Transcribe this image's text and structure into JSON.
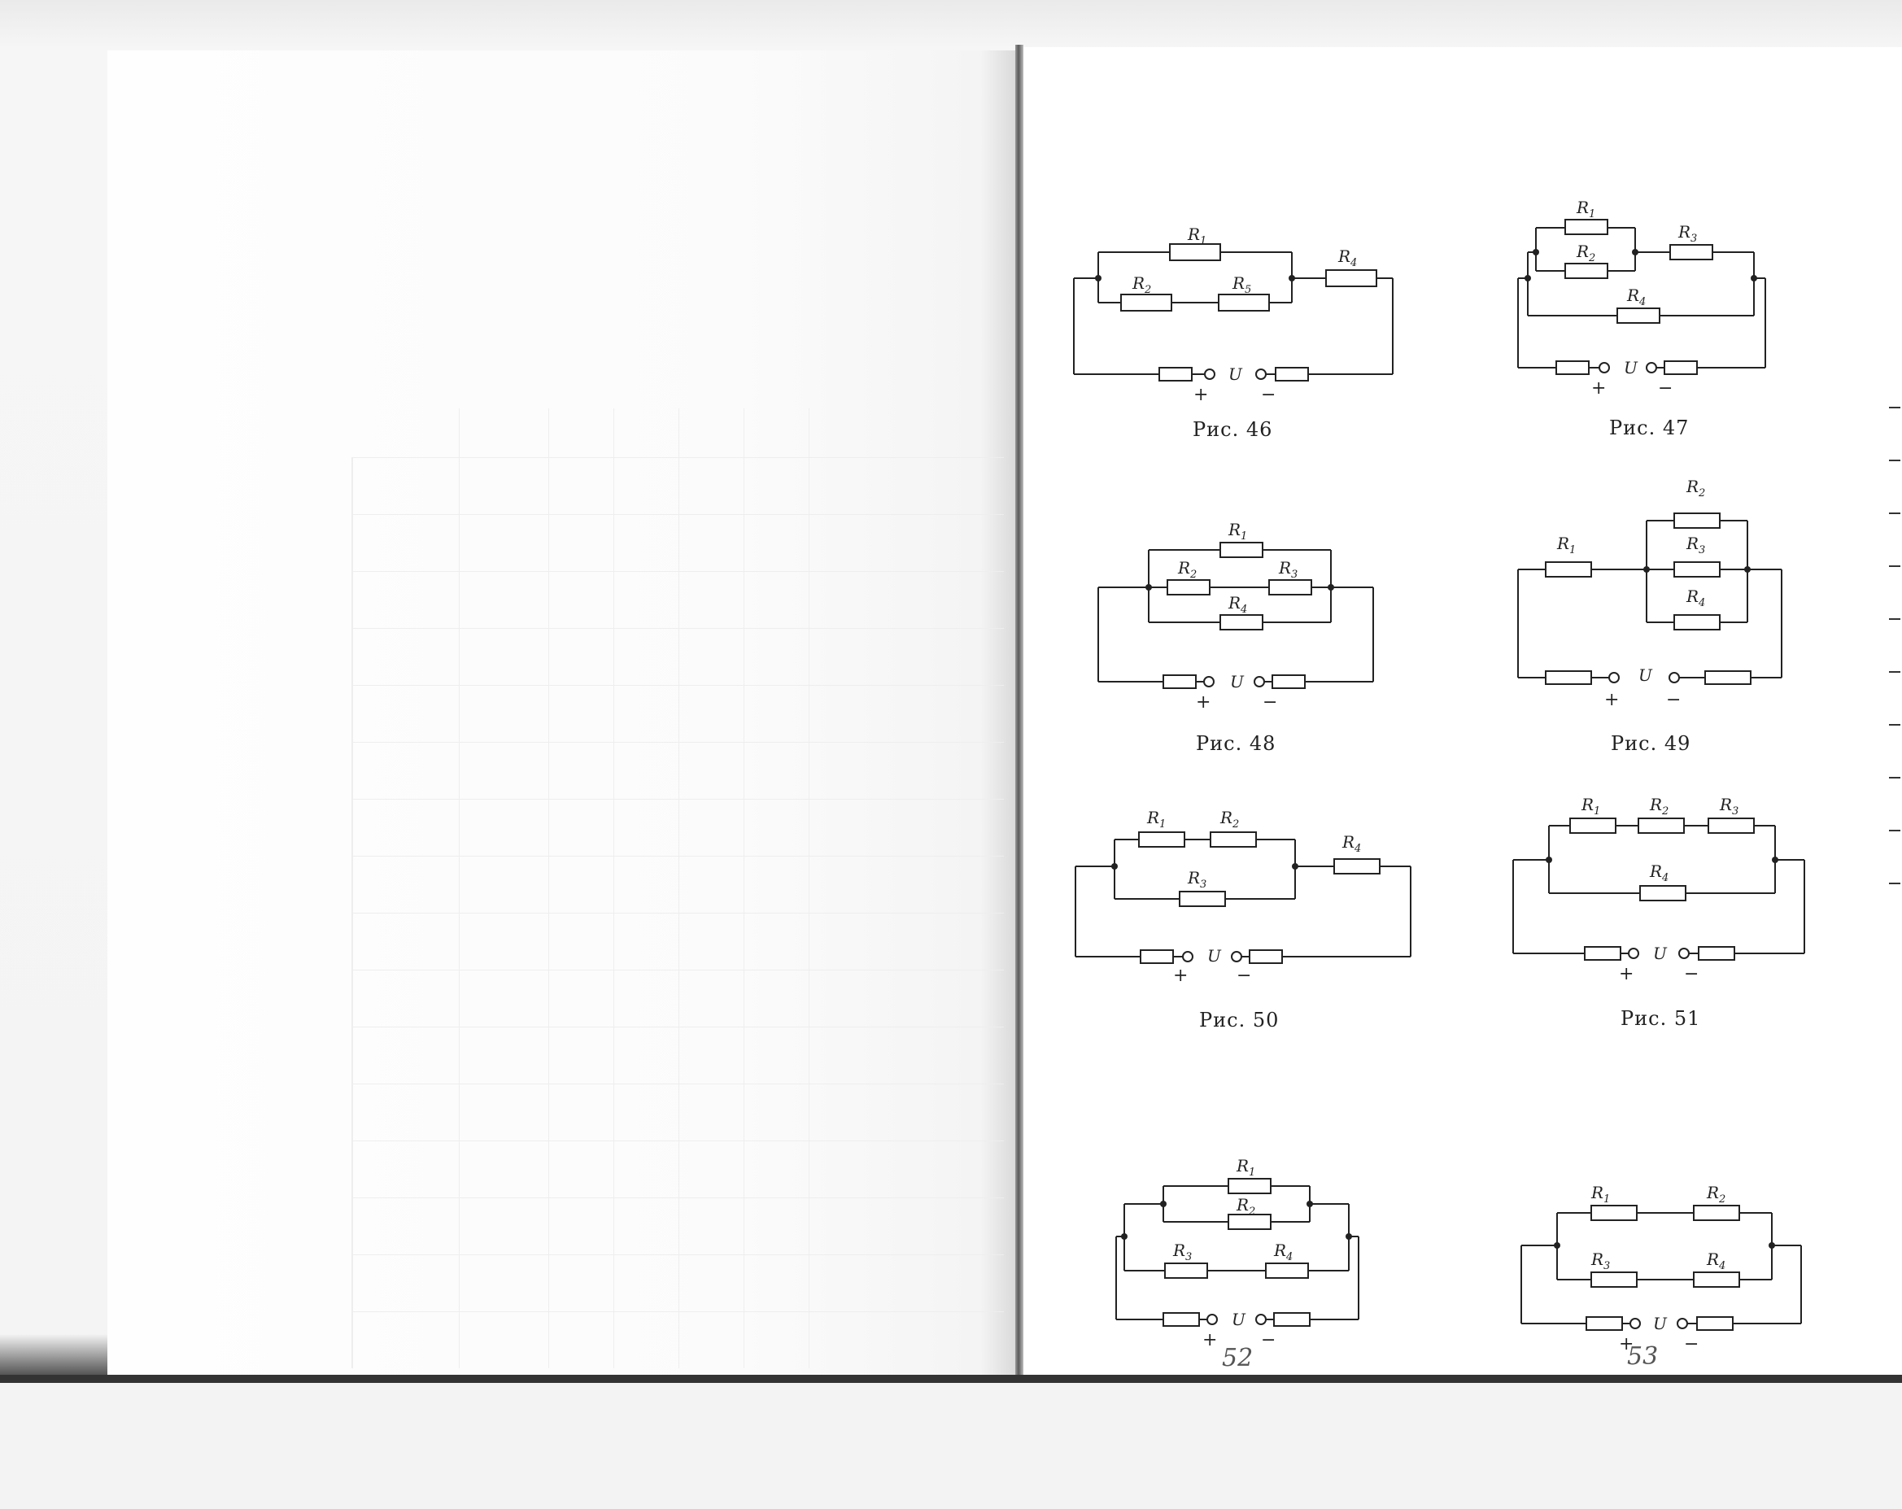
{
  "book": {
    "figures": [
      {
        "id": "46",
        "caption": "Рис. 46",
        "labels": [
          "R",
          "1",
          "R",
          "2",
          "R",
          "5",
          "R",
          "4"
        ],
        "source": {
          "voltage": "U",
          "plus": "+",
          "minus": "−"
        }
      },
      {
        "id": "47",
        "caption": "Рис. 47",
        "labels": [
          "R",
          "1",
          "R",
          "2",
          "R",
          "3",
          "R",
          "4"
        ],
        "source": {
          "voltage": "U",
          "plus": "+",
          "minus": "−"
        }
      },
      {
        "id": "48",
        "caption": "Рис. 48",
        "labels": [
          "R",
          "1",
          "R",
          "2",
          "R",
          "3",
          "R",
          "4"
        ],
        "source": {
          "voltage": "U",
          "plus": "+",
          "minus": "−"
        }
      },
      {
        "id": "49",
        "caption": "Рис. 49",
        "labels": [
          "R",
          "1",
          "R",
          "2",
          "R",
          "3",
          "R",
          "4"
        ],
        "source": {
          "voltage": "U",
          "plus": "+",
          "minus": "−"
        }
      },
      {
        "id": "50",
        "caption": "Рис. 50",
        "labels": [
          "R",
          "1",
          "R",
          "2",
          "R",
          "3",
          "R",
          "4"
        ],
        "source": {
          "voltage": "U",
          "plus": "+",
          "minus": "−"
        }
      },
      {
        "id": "51",
        "caption": "Рис. 51",
        "labels": [
          "R",
          "1",
          "R",
          "2",
          "R",
          "3",
          "R",
          "4"
        ],
        "source": {
          "voltage": "U",
          "plus": "+",
          "minus": "−"
        }
      },
      {
        "id": "52",
        "caption": "52",
        "labels": [
          "R",
          "1",
          "R",
          "2",
          "R",
          "3",
          "R",
          "4"
        ],
        "source": {
          "voltage": "U",
          "plus": "+",
          "minus": "−"
        }
      },
      {
        "id": "53",
        "caption": "53",
        "labels": [
          "R",
          "1",
          "R",
          "2",
          "R",
          "3",
          "R",
          "4"
        ],
        "source": {
          "voltage": "U",
          "plus": "+",
          "minus": "−"
        }
      }
    ]
  }
}
